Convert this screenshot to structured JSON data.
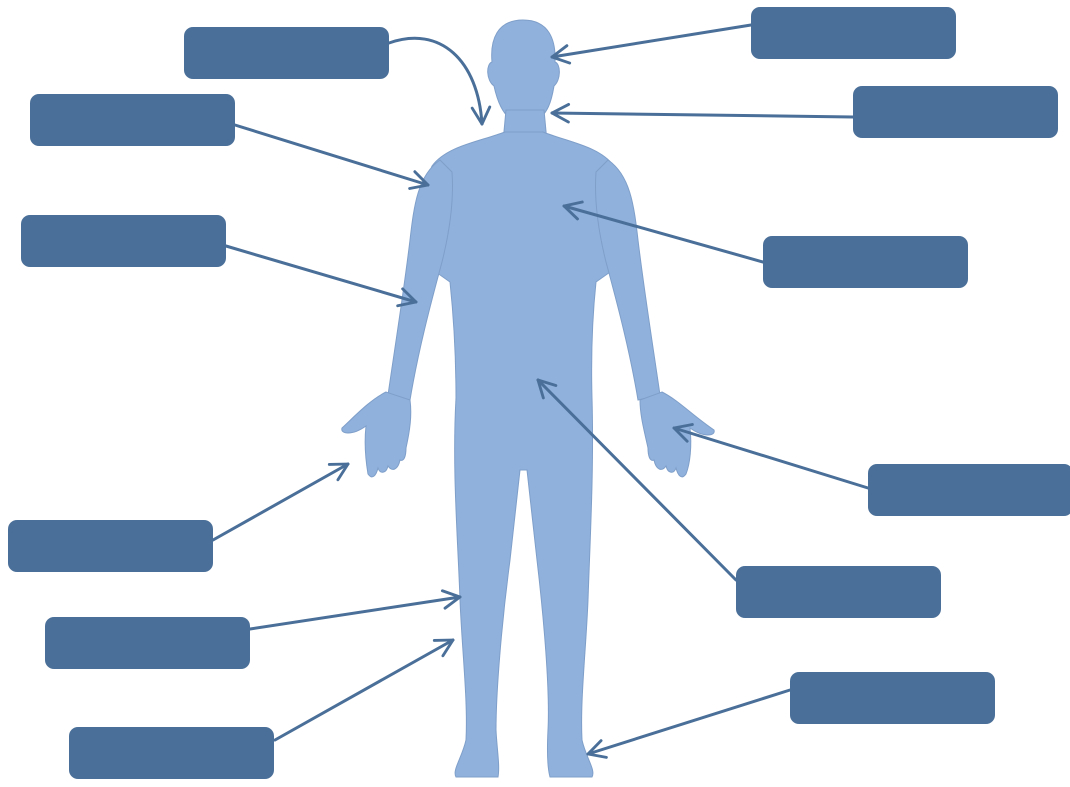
{
  "diagram": {
    "colors": {
      "figure_fill": "#8fb1dc",
      "box_fill": "#4a6f98",
      "arrow_stroke": "#4a6f98",
      "background": "#ffffff"
    },
    "labels": [
      {
        "id": "label-1",
        "text": ""
      },
      {
        "id": "label-2",
        "text": ""
      },
      {
        "id": "label-3",
        "text": ""
      },
      {
        "id": "label-4",
        "text": ""
      },
      {
        "id": "label-5",
        "text": ""
      },
      {
        "id": "label-6",
        "text": ""
      },
      {
        "id": "label-7",
        "text": ""
      },
      {
        "id": "label-8",
        "text": ""
      },
      {
        "id": "label-9",
        "text": ""
      },
      {
        "id": "label-10",
        "text": ""
      },
      {
        "id": "label-11",
        "text": ""
      },
      {
        "id": "label-12",
        "text": ""
      }
    ]
  }
}
